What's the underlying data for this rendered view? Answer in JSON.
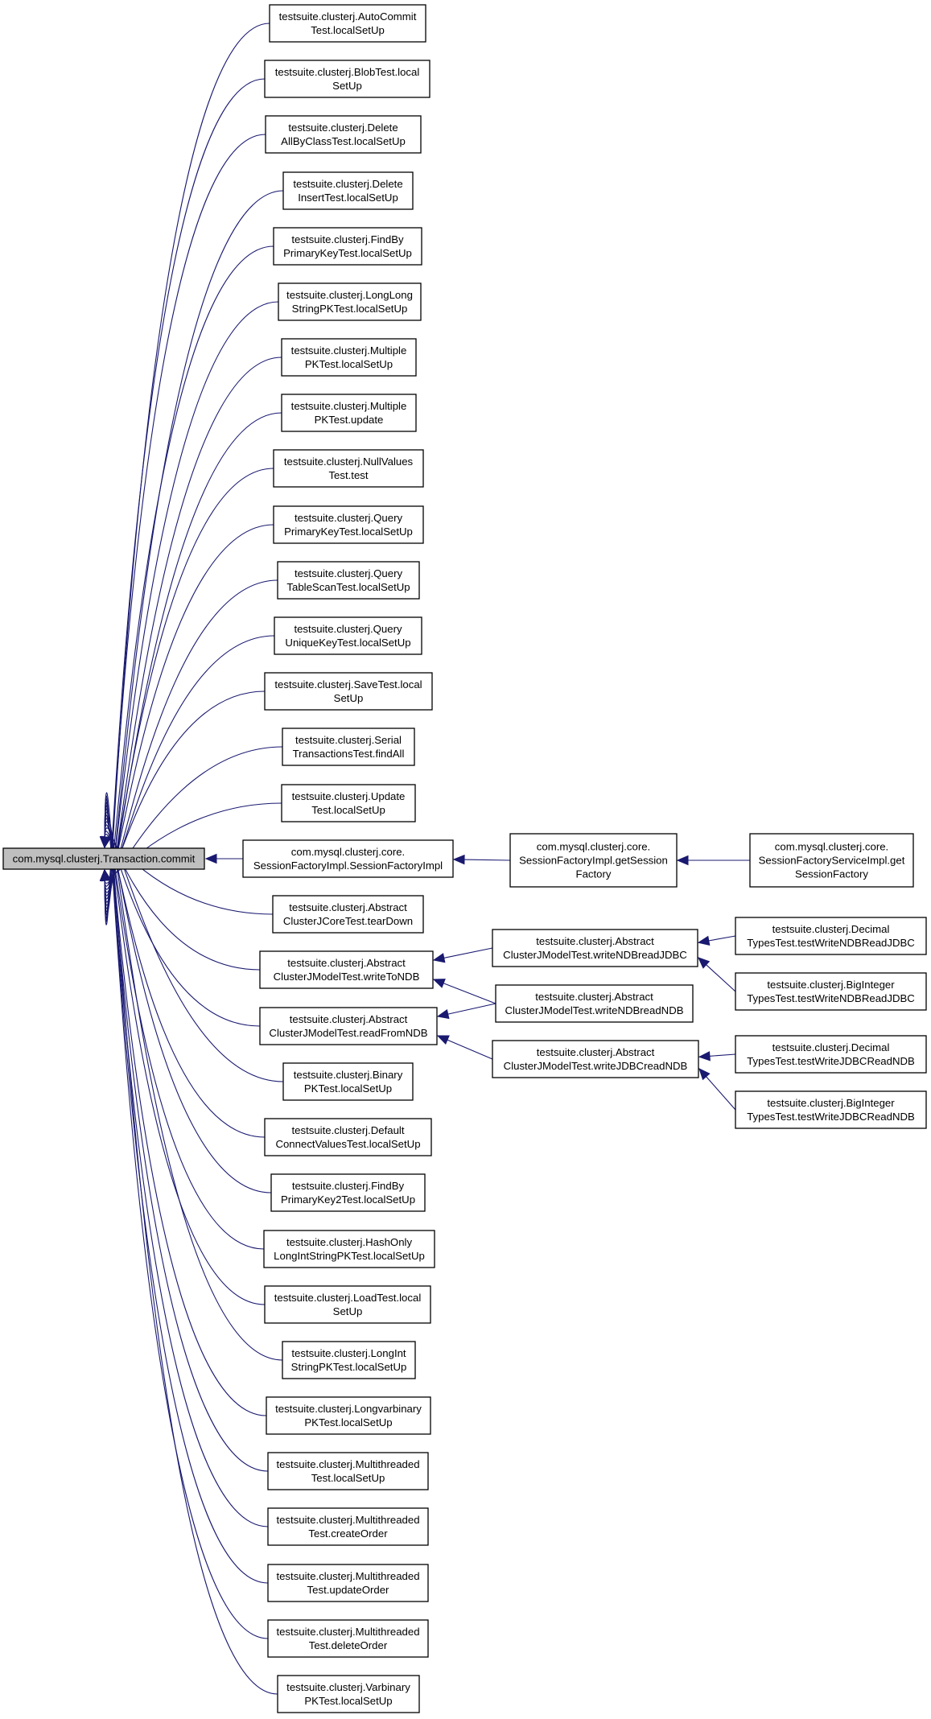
{
  "colors": {
    "edge": "#191970",
    "root_fill": "#bfbfbf",
    "node_fill": "#ffffff",
    "node_stroke": "#000000"
  },
  "nodes": [
    {
      "id": "root",
      "lines": [
        "com.mysql.clusterj.Transaction.commit"
      ],
      "root": true
    },
    {
      "id": "autocommit",
      "lines": [
        "testsuite.clusterj.AutoCommit",
        "Test.localSetUp"
      ]
    },
    {
      "id": "blob",
      "lines": [
        "testsuite.clusterj.BlobTest.local",
        "SetUp"
      ]
    },
    {
      "id": "deleteall",
      "lines": [
        "testsuite.clusterj.Delete",
        "AllByClassTest.localSetUp"
      ]
    },
    {
      "id": "deleteinsert",
      "lines": [
        "testsuite.clusterj.Delete",
        "InsertTest.localSetUp"
      ]
    },
    {
      "id": "findbypk",
      "lines": [
        "testsuite.clusterj.FindBy",
        "PrimaryKeyTest.localSetUp"
      ]
    },
    {
      "id": "longlong",
      "lines": [
        "testsuite.clusterj.LongLong",
        "StringPKTest.localSetUp"
      ]
    },
    {
      "id": "multiplepk",
      "lines": [
        "testsuite.clusterj.Multiple",
        "PKTest.localSetUp"
      ]
    },
    {
      "id": "multiplepkupd",
      "lines": [
        "testsuite.clusterj.Multiple",
        "PKTest.update"
      ]
    },
    {
      "id": "nullvalues",
      "lines": [
        "testsuite.clusterj.NullValues",
        "Test.test"
      ]
    },
    {
      "id": "querypk",
      "lines": [
        "testsuite.clusterj.Query",
        "PrimaryKeyTest.localSetUp"
      ]
    },
    {
      "id": "querytable",
      "lines": [
        "testsuite.clusterj.Query",
        "TableScanTest.localSetUp"
      ]
    },
    {
      "id": "queryunique",
      "lines": [
        "testsuite.clusterj.Query",
        "UniqueKeyTest.localSetUp"
      ]
    },
    {
      "id": "save",
      "lines": [
        "testsuite.clusterj.SaveTest.local",
        "SetUp"
      ]
    },
    {
      "id": "serial",
      "lines": [
        "testsuite.clusterj.Serial",
        "TransactionsTest.findAll"
      ]
    },
    {
      "id": "update",
      "lines": [
        "testsuite.clusterj.Update",
        "Test.localSetUp"
      ]
    },
    {
      "id": "sfimpl",
      "lines": [
        "com.mysql.clusterj.core.",
        "SessionFactoryImpl.SessionFactoryImpl"
      ]
    },
    {
      "id": "getsession",
      "lines": [
        "com.mysql.clusterj.core.",
        "SessionFactoryImpl.getSession",
        "Factory"
      ]
    },
    {
      "id": "sfservice",
      "lines": [
        "com.mysql.clusterj.core.",
        "SessionFactoryServiceImpl.get",
        "SessionFactory"
      ]
    },
    {
      "id": "abscore",
      "lines": [
        "testsuite.clusterj.Abstract",
        "ClusterJCoreTest.tearDown"
      ]
    },
    {
      "id": "writetondb",
      "lines": [
        "testsuite.clusterj.Abstract",
        "ClusterJModelTest.writeToNDB"
      ]
    },
    {
      "id": "readfromndb",
      "lines": [
        "testsuite.clusterj.Abstract",
        "ClusterJModelTest.readFromNDB"
      ]
    },
    {
      "id": "wndbrjdbc",
      "lines": [
        "testsuite.clusterj.Abstract",
        "ClusterJModelTest.writeNDBreadJDBC"
      ]
    },
    {
      "id": "wndbrndb",
      "lines": [
        "testsuite.clusterj.Abstract",
        "ClusterJModelTest.writeNDBreadNDB"
      ]
    },
    {
      "id": "wjdbcrndb",
      "lines": [
        "testsuite.clusterj.Abstract",
        "ClusterJModelTest.writeJDBCreadNDB"
      ]
    },
    {
      "id": "decimal1",
      "lines": [
        "testsuite.clusterj.Decimal",
        "TypesTest.testWriteNDBReadJDBC"
      ]
    },
    {
      "id": "bigint1",
      "lines": [
        "testsuite.clusterj.BigInteger",
        "TypesTest.testWriteNDBReadJDBC"
      ]
    },
    {
      "id": "decimal2",
      "lines": [
        "testsuite.clusterj.Decimal",
        "TypesTest.testWriteJDBCReadNDB"
      ]
    },
    {
      "id": "bigint2",
      "lines": [
        "testsuite.clusterj.BigInteger",
        "TypesTest.testWriteJDBCReadNDB"
      ]
    },
    {
      "id": "binarypk",
      "lines": [
        "testsuite.clusterj.Binary",
        "PKTest.localSetUp"
      ]
    },
    {
      "id": "defaultconnect",
      "lines": [
        "testsuite.clusterj.Default",
        "ConnectValuesTest.localSetUp"
      ]
    },
    {
      "id": "findbypk2",
      "lines": [
        "testsuite.clusterj.FindBy",
        "PrimaryKey2Test.localSetUp"
      ]
    },
    {
      "id": "hashonly",
      "lines": [
        "testsuite.clusterj.HashOnly",
        "LongIntStringPKTest.localSetUp"
      ]
    },
    {
      "id": "load",
      "lines": [
        "testsuite.clusterj.LoadTest.local",
        "SetUp"
      ]
    },
    {
      "id": "longint",
      "lines": [
        "testsuite.clusterj.LongInt",
        "StringPKTest.localSetUp"
      ]
    },
    {
      "id": "longvarbinary",
      "lines": [
        "testsuite.clusterj.Longvarbinary",
        "PKTest.localSetUp"
      ]
    },
    {
      "id": "mt1",
      "lines": [
        "testsuite.clusterj.Multithreaded",
        "Test.localSetUp"
      ]
    },
    {
      "id": "mt2",
      "lines": [
        "testsuite.clusterj.Multithreaded",
        "Test.createOrder"
      ]
    },
    {
      "id": "mt3",
      "lines": [
        "testsuite.clusterj.Multithreaded",
        "Test.updateOrder"
      ]
    },
    {
      "id": "mt4",
      "lines": [
        "testsuite.clusterj.Multithreaded",
        "Test.deleteOrder"
      ]
    },
    {
      "id": "varbinary",
      "lines": [
        "testsuite.clusterj.Varbinary",
        "PKTest.localSetUp"
      ]
    }
  ],
  "edges": [
    [
      "autocommit",
      "root"
    ],
    [
      "blob",
      "root"
    ],
    [
      "deleteall",
      "root"
    ],
    [
      "deleteinsert",
      "root"
    ],
    [
      "findbypk",
      "root"
    ],
    [
      "longlong",
      "root"
    ],
    [
      "multiplepk",
      "root"
    ],
    [
      "multiplepkupd",
      "root"
    ],
    [
      "nullvalues",
      "root"
    ],
    [
      "querypk",
      "root"
    ],
    [
      "querytable",
      "root"
    ],
    [
      "queryunique",
      "root"
    ],
    [
      "save",
      "root"
    ],
    [
      "serial",
      "root"
    ],
    [
      "update",
      "root"
    ],
    [
      "sfimpl",
      "root"
    ],
    [
      "abscore",
      "root"
    ],
    [
      "writetondb",
      "root"
    ],
    [
      "readfromndb",
      "root"
    ],
    [
      "binarypk",
      "root"
    ],
    [
      "defaultconnect",
      "root"
    ],
    [
      "findbypk2",
      "root"
    ],
    [
      "hashonly",
      "root"
    ],
    [
      "load",
      "root"
    ],
    [
      "longint",
      "root"
    ],
    [
      "longvarbinary",
      "root"
    ],
    [
      "mt1",
      "root"
    ],
    [
      "mt2",
      "root"
    ],
    [
      "mt3",
      "root"
    ],
    [
      "mt4",
      "root"
    ],
    [
      "varbinary",
      "root"
    ],
    [
      "getsession",
      "sfimpl"
    ],
    [
      "sfservice",
      "getsession"
    ],
    [
      "wndbrjdbc",
      "writetondb"
    ],
    [
      "wndbrndb",
      "writetondb"
    ],
    [
      "wndbrndb",
      "readfromndb"
    ],
    [
      "wjdbcrndb",
      "readfromndb"
    ],
    [
      "decimal1",
      "wndbrjdbc"
    ],
    [
      "bigint1",
      "wndbrjdbc"
    ],
    [
      "decimal2",
      "wjdbcrndb"
    ],
    [
      "bigint2",
      "wjdbcrndb"
    ]
  ]
}
